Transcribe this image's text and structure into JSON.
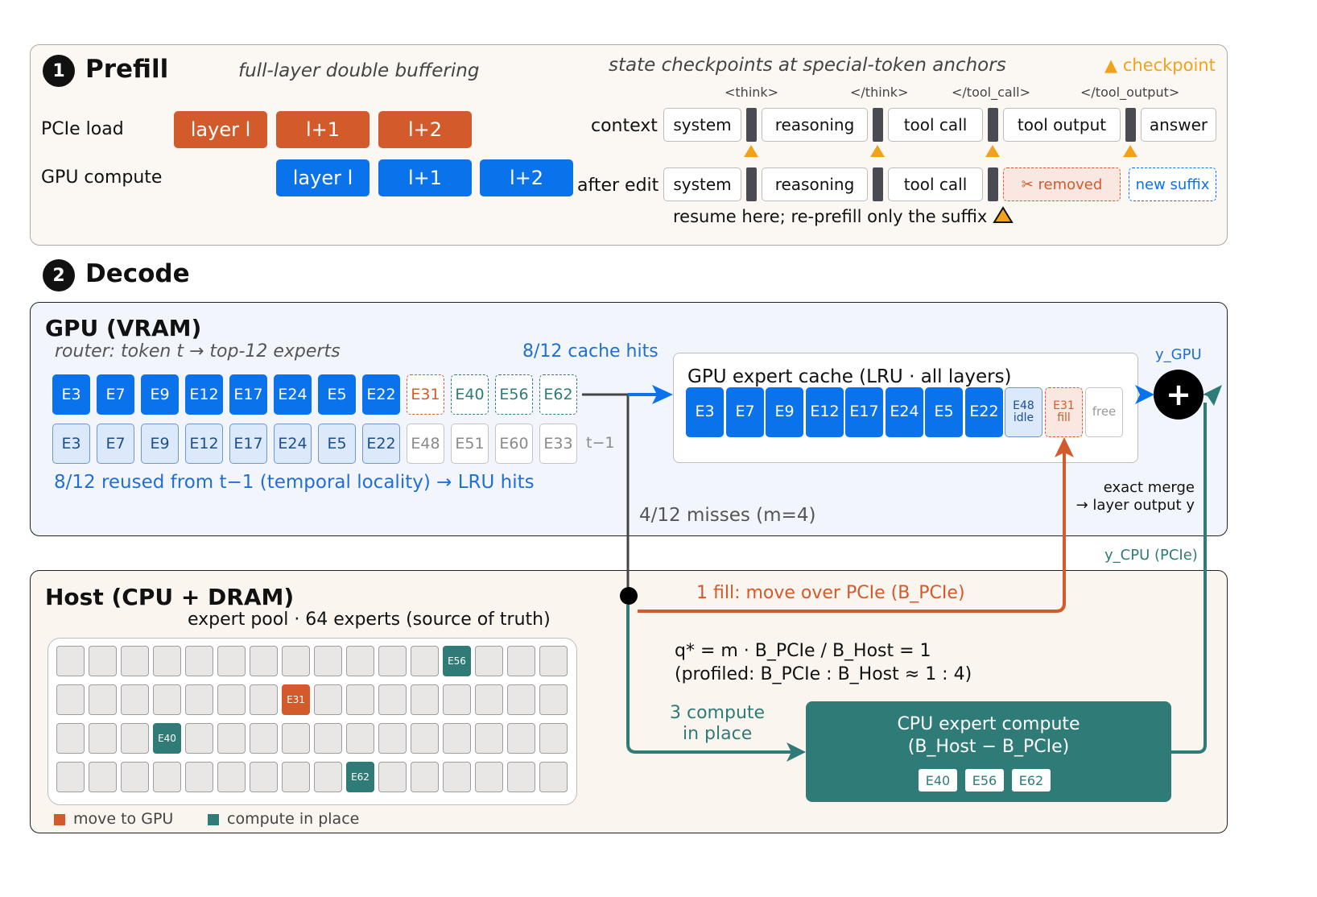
{
  "prefill": {
    "badge": "1",
    "title": "Prefill",
    "subtitle": "full-layer double buffering",
    "pcie_label": "PCIe load",
    "gpu_label": "GPU compute",
    "pcie_blocks": [
      "layer l",
      "l+1",
      "l+2"
    ],
    "gpu_blocks": [
      "layer l",
      "l+1",
      "l+2"
    ],
    "checkpoints_title": "state checkpoints at special-token anchors",
    "legend_checkpoint": "▲ checkpoint",
    "anchors": [
      "<think>",
      "</think>",
      "</tool_call>",
      "</tool_output>"
    ],
    "context_label": "context",
    "context_segments": [
      "system",
      "reasoning",
      "tool call",
      "tool output",
      "answer"
    ],
    "after_edit_label": "after edit",
    "after_segments": [
      "system",
      "reasoning",
      "tool call"
    ],
    "removed_label": "✂ removed",
    "new_suffix_label": "new suffix",
    "resume_text": "resume here; re-prefill only the suffix",
    "colors": {
      "orange": "#d35a2b",
      "blue": "#0a73ec",
      "checkpoint": "#f2a21a",
      "teal": "#2f7b78"
    }
  },
  "decode": {
    "badge": "2",
    "title": "Decode",
    "gpu": {
      "title": "GPU (VRAM)",
      "router_text": "router: token t → top-12 experts",
      "cache_hits": "8/12 cache hits",
      "current_experts": [
        {
          "label": "E3",
          "kind": "hit"
        },
        {
          "label": "E7",
          "kind": "hit"
        },
        {
          "label": "E9",
          "kind": "hit"
        },
        {
          "label": "E12",
          "kind": "hit"
        },
        {
          "label": "E17",
          "kind": "hit"
        },
        {
          "label": "E24",
          "kind": "hit"
        },
        {
          "label": "E5",
          "kind": "hit"
        },
        {
          "label": "E22",
          "kind": "hit"
        },
        {
          "label": "E31",
          "kind": "miss-move"
        },
        {
          "label": "E40",
          "kind": "miss-compute"
        },
        {
          "label": "E56",
          "kind": "miss-compute"
        },
        {
          "label": "E62",
          "kind": "miss-compute"
        }
      ],
      "previous_experts": [
        {
          "label": "E3",
          "kind": "reused"
        },
        {
          "label": "E7",
          "kind": "reused"
        },
        {
          "label": "E9",
          "kind": "reused"
        },
        {
          "label": "E12",
          "kind": "reused"
        },
        {
          "label": "E17",
          "kind": "reused"
        },
        {
          "label": "E24",
          "kind": "reused"
        },
        {
          "label": "E5",
          "kind": "reused"
        },
        {
          "label": "E22",
          "kind": "reused"
        },
        {
          "label": "E48",
          "kind": "other"
        },
        {
          "label": "E51",
          "kind": "other"
        },
        {
          "label": "E60",
          "kind": "other"
        },
        {
          "label": "E33",
          "kind": "other"
        }
      ],
      "previous_label": "t−1",
      "reused_text": "8/12 reused from t−1 (temporal locality) → LRU hits",
      "misses_text": "4/12 misses (m=4)",
      "cache": {
        "title": "GPU expert cache (LRU · all layers)",
        "slots": [
          {
            "label": "E3",
            "kind": "resident"
          },
          {
            "label": "E7",
            "kind": "resident"
          },
          {
            "label": "E9",
            "kind": "resident"
          },
          {
            "label": "E12",
            "kind": "resident"
          },
          {
            "label": "E17",
            "kind": "resident"
          },
          {
            "label": "E24",
            "kind": "resident"
          },
          {
            "label": "E5",
            "kind": "resident"
          },
          {
            "label": "E22",
            "kind": "resident"
          }
        ],
        "idle_slot": {
          "label": "E48",
          "sub": "idle"
        },
        "fill_slot": {
          "label": "E31",
          "sub": "fill"
        },
        "free_slot": "free"
      },
      "y_gpu": "y_GPU",
      "merge_symbol": "+",
      "merge_text": [
        "exact merge",
        "→ layer output y"
      ]
    },
    "y_cpu": "y_CPU (PCIe)",
    "host": {
      "title": "Host (CPU + DRAM)",
      "pool_text": "expert pool · 64 experts (source of truth)",
      "grid_rows": 4,
      "grid_cols": 16,
      "highlighted": [
        {
          "label": "E56",
          "row": 0,
          "col": 12,
          "kind": "compute"
        },
        {
          "label": "E31",
          "row": 1,
          "col": 7,
          "kind": "move"
        },
        {
          "label": "E40",
          "row": 2,
          "col": 3,
          "kind": "compute"
        },
        {
          "label": "E62",
          "row": 3,
          "col": 9,
          "kind": "compute"
        }
      ],
      "fill_text": "1 fill: move over PCIe (B_PCIe)",
      "formula_line1": "q* = m · B_PCIe / B_Host = 1",
      "formula_line2": "(profiled: B_PCIe : B_Host ≈ 1 : 4)",
      "compute_text": [
        "3 compute",
        "in place"
      ],
      "cpu_box_title": [
        "CPU expert compute",
        "(B_Host − B_PCIe)"
      ],
      "cpu_chips": [
        "E40",
        "E56",
        "E62"
      ],
      "legend": [
        {
          "label": "move to GPU",
          "color": "#d35a2b"
        },
        {
          "label": "compute in place",
          "color": "#2f7b78"
        }
      ]
    }
  }
}
